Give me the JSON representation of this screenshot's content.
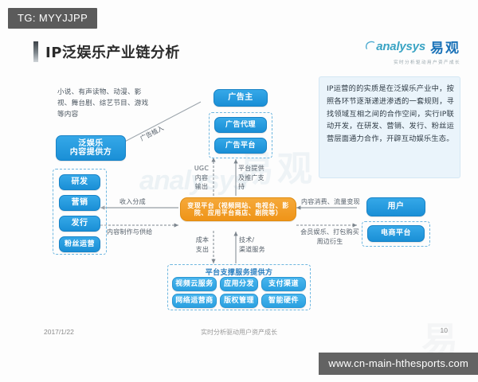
{
  "overlay": {
    "tg_badge": "TG: MYYJJPP",
    "watermark_url": "www.cn-main-hthesports.com"
  },
  "header": {
    "title": "IP泛娱乐产业链分析",
    "logo_en": "analysys",
    "logo_cn": "易观",
    "logo_tagline": "实时分析驱动用户资产成长",
    "brand_color": "#1a8fd6",
    "accent_color": "#ef9418"
  },
  "left_panel": {
    "description": "小说、有声读物、动漫、影视、舞台剧、综艺节目、游戏等内容",
    "provider_box": "泛娱乐\n内容提供方",
    "provider_box_line1": "泛娱乐",
    "provider_box_line2": "内容提供方",
    "chain_items": [
      "研发",
      "营销",
      "发行",
      "粉丝运营"
    ]
  },
  "advertiser_group": {
    "top_box": "广告主",
    "items": [
      "广告代理",
      "广告平台"
    ]
  },
  "platform": {
    "label": "变现平台（视频网站、电视台、影院、应用平台商店、剧院等）"
  },
  "support_group": {
    "title": "平台支撑服务提供方",
    "items": [
      "视频云服务",
      "应用分发",
      "支付渠道",
      "网络运营商",
      "版权管理",
      "智能硬件"
    ]
  },
  "user_group": {
    "top_box": "用户",
    "items": [
      "电商平台"
    ]
  },
  "flow_labels": {
    "ad_insert": "广告植入",
    "ugc_output": "UGC\n内容\n输出",
    "ugc_output_lines": [
      "UGC",
      "内容",
      "输出"
    ],
    "platform_support": "平台提供\n及推广支\n持",
    "platform_support_lines": [
      "平台提供",
      "及推广支",
      "持"
    ],
    "revenue_share": "收入分成",
    "content_supply": "内容制作与供给",
    "cost": "成本\n支出",
    "cost_lines": [
      "成本",
      "支出"
    ],
    "tech_service": "技术/\n渠道服务",
    "tech_service_lines": [
      "技术/",
      "渠道服务"
    ],
    "consumption": "内容消费、流量变现",
    "member": "会员娱乐、打包购买\n周边衍生",
    "member_lines": [
      "会员娱乐、打包购买",
      "周边衍生"
    ]
  },
  "insight": {
    "text": "IP运营的的实质是在泛娱乐产业中，按照各环节逐渐递进渗透的一套规则，寻找领域互相之间的合作空间，实行IP联动开发，在研发、营销、发行、粉丝运营层面通力合作，开辟互动娱乐生态。"
  },
  "footer": {
    "date": "2017/1/22",
    "tagline": "实时分析驱动用户资产成长",
    "page_number": "10"
  }
}
